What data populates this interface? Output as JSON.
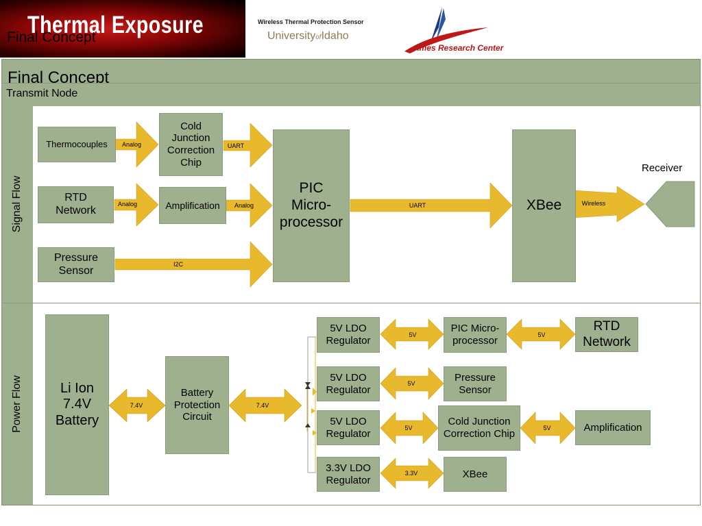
{
  "header": {
    "banner_title": "Thermal Exposure",
    "overlay_title": "Final Concept",
    "sensor_caption": "Wireless Thermal Protection Sensor",
    "university_main": "University",
    "university_of": "of",
    "university_end": "Idaho",
    "ames": "Ames Research Center"
  },
  "slide": {
    "title": "Final Concept",
    "subtitle": "Transmit Node",
    "signal_section": "Signal Flow",
    "power_section": "Power Flow"
  },
  "signal": {
    "thermocouples": "Thermocouples",
    "cjc_chip": "Cold Junction Correction Chip",
    "rtd_network": "RTD Network",
    "amplification": "Amplification",
    "pressure_sensor": "Pressure Sensor",
    "pic": "PIC Micro-processor",
    "xbee": "XBee",
    "receiver": "Receiver",
    "arrow_analog_1": "Analog",
    "arrow_uart_1": "UART",
    "arrow_analog_2": "Analog",
    "arrow_analog_3": "Analog",
    "arrow_i2c": "I2C",
    "arrow_uart_main": "UART",
    "arrow_wireless": "Wireless"
  },
  "power": {
    "battery": "Li Ion 7.4V Battery",
    "protection": "Battery Protection Circuit",
    "reg1": "5V LDO Regulator",
    "reg2": "5V LDO Regulator",
    "reg3": "5V LDO Regulator",
    "reg4": "3.3V LDO Regulator",
    "pic": "PIC Micro-processor",
    "rtd": "RTD Network",
    "pressure": "Pressure Sensor",
    "cjc": "Cold Junction Correction Chip",
    "amplification": "Amplification",
    "xbee": "XBee",
    "v_batt": "7.4V",
    "v_prot": "7.4V",
    "v_r1_pic": "5V",
    "v_pic_rtd": "5V",
    "v_r2_pres": "5V",
    "v_r3_cjc": "5V",
    "v_cjc_amp": "5V",
    "v_r4_xbee": "3.3V"
  },
  "colors": {
    "box_fill": "#9fb08f",
    "arrow_fill": "#e8b92c",
    "banner_red": "#b01818"
  }
}
